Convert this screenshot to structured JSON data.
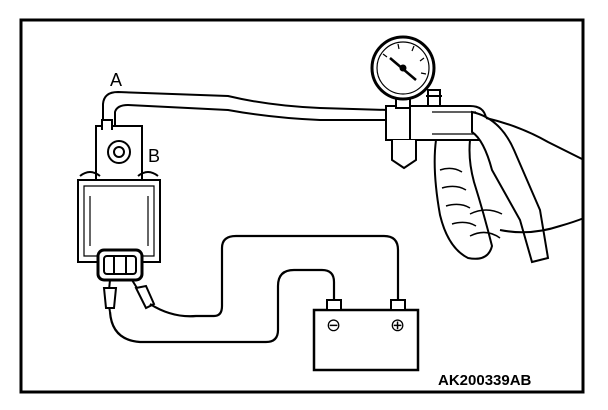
{
  "diagram": {
    "labels": {
      "a": "A",
      "b": "B",
      "code": "AK200339AB"
    },
    "battery": {
      "negative_symbol": "⊖",
      "positive_symbol": "⊕"
    },
    "colors": {
      "line": "#000000",
      "background": "#ffffff"
    }
  }
}
